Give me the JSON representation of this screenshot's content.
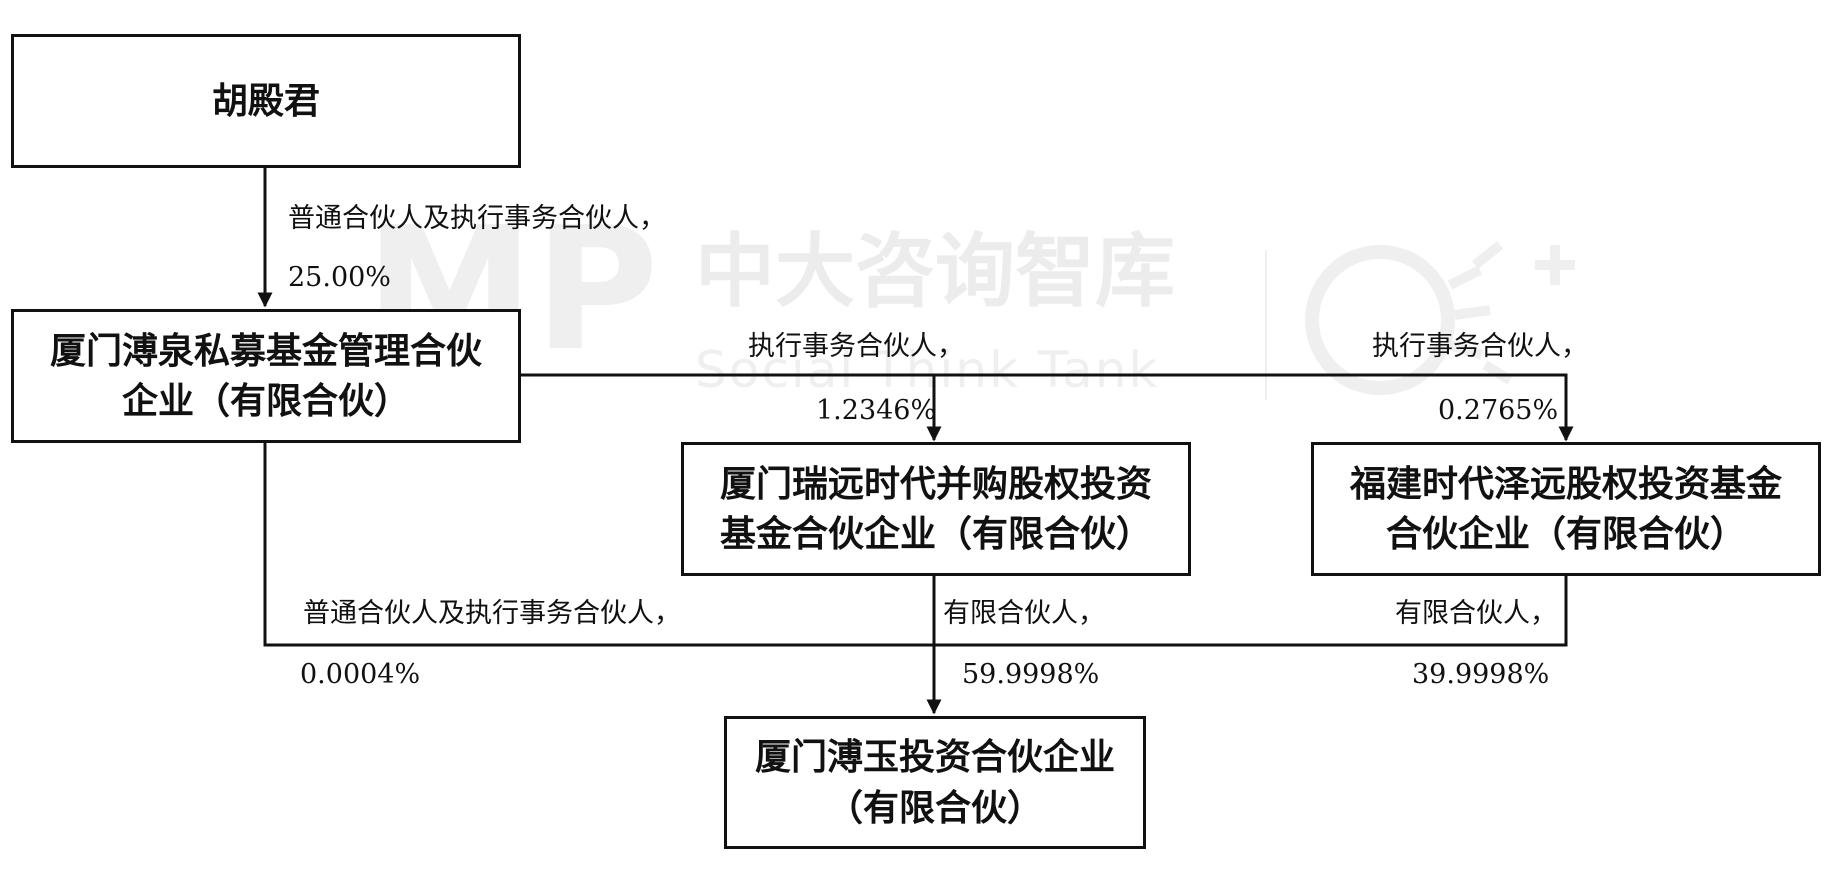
{
  "watermark": {
    "logo_text": "MP",
    "title": "中大咨询智库",
    "subtitle": "Social Think Tank"
  },
  "entities": {
    "hu": {
      "name": "胡殿君"
    },
    "bochuan": {
      "line1": "厦门溥泉私募基金管理合伙",
      "line2": "企业（有限合伙）"
    },
    "ruiyuan": {
      "line1": "厦门瑞远时代并购股权投资",
      "line2": "基金合伙企业（有限合伙）"
    },
    "fujian": {
      "line1": "福建时代泽远股权投资基金",
      "line2": "合伙企业（有限合伙）"
    },
    "boyu": {
      "line1": "厦门溥玉投资合伙企业",
      "line2": "（有限合伙）"
    }
  },
  "relations": {
    "hu_to_bochuan": {
      "role": "普通合伙人及执行事务合伙人，",
      "pct": "25.00%"
    },
    "bochuan_to_ruiyuan": {
      "role": "执行事务合伙人，",
      "pct": "1.2346%"
    },
    "bochuan_to_fujian": {
      "role": "执行事务合伙人，",
      "pct": "0.2765%"
    },
    "bochuan_to_boyu": {
      "role": "普通合伙人及执行事务合伙人，",
      "pct": "0.0004%"
    },
    "ruiyuan_to_boyu": {
      "role": "有限合伙人，",
      "pct": "59.9998%"
    },
    "fujian_to_boyu": {
      "role": "有限合伙人，",
      "pct": "39.9998%"
    }
  },
  "colors": {
    "line": "#111111",
    "box_border": "#111111",
    "watermark": "#ececec"
  }
}
